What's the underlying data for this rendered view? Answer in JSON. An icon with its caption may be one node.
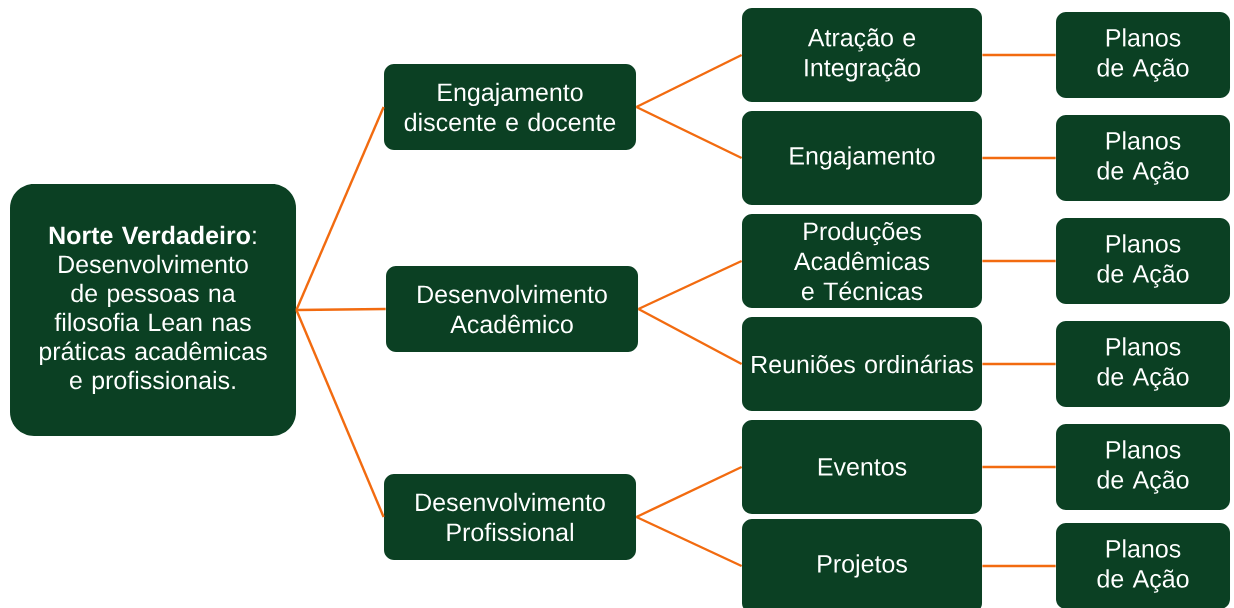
{
  "diagram": {
    "nodes": [
      {
        "text": [
          "**Norte Verdadeiro**: Desenvolvimento de pessoas na filosofia Lean nas práticas acadêmicas e profissionais."
        ]
      },
      {
        "text": [
          "Engajamento discente e docente"
        ]
      },
      {
        "text": [
          "Desenvolvimento Acadêmico"
        ]
      },
      {
        "text": [
          "Desenvolvimento Profissional"
        ]
      },
      {
        "text": [
          "Atração e Integração"
        ]
      },
      {
        "text": [
          "Planos de Ação"
        ]
      },
      {
        "text": [
          "Engajamento"
        ]
      },
      {
        "text": [
          "Planos de Ação"
        ]
      },
      {
        "text": [
          "Produções Acadêmicas e Técnicas"
        ]
      },
      {
        "text": [
          "Planos de Ação"
        ]
      },
      {
        "text": [
          "Reuniões ordinárias"
        ]
      },
      {
        "text": [
          "Planos de Ação"
        ]
      },
      {
        "text": [
          "Eventos"
        ]
      },
      {
        "text": [
          "Planos de Ação"
        ]
      },
      {
        "text": [
          "Projetos"
        ]
      },
      {
        "text": [
          "Planos de Ação"
        ]
      }
    ],
    "edges": [
      {
        "from": 0,
        "to": 1,
        "arrow": "none"
      },
      {
        "from": 0,
        "to": 2,
        "arrow": "none"
      },
      {
        "from": 0,
        "to": 3,
        "arrow": "none"
      },
      {
        "from": 1,
        "to": 4,
        "arrow": "none"
      },
      {
        "from": 1,
        "to": 6,
        "arrow": "none"
      },
      {
        "from": 2,
        "to": 8,
        "arrow": "none"
      },
      {
        "from": 2,
        "to": 10,
        "arrow": "none"
      },
      {
        "from": 3,
        "to": 12,
        "arrow": "none"
      },
      {
        "from": 3,
        "to": 14,
        "arrow": "none"
      },
      {
        "from": 4,
        "to": 5,
        "arrow": "none"
      },
      {
        "from": 6,
        "to": 7,
        "arrow": "none"
      },
      {
        "from": 8,
        "to": 9,
        "arrow": "none"
      },
      {
        "from": 10,
        "to": 11,
        "arrow": "none"
      },
      {
        "from": 12,
        "to": 13,
        "arrow": "none"
      },
      {
        "from": 14,
        "to": 15,
        "arrow": "none"
      }
    ]
  }
}
